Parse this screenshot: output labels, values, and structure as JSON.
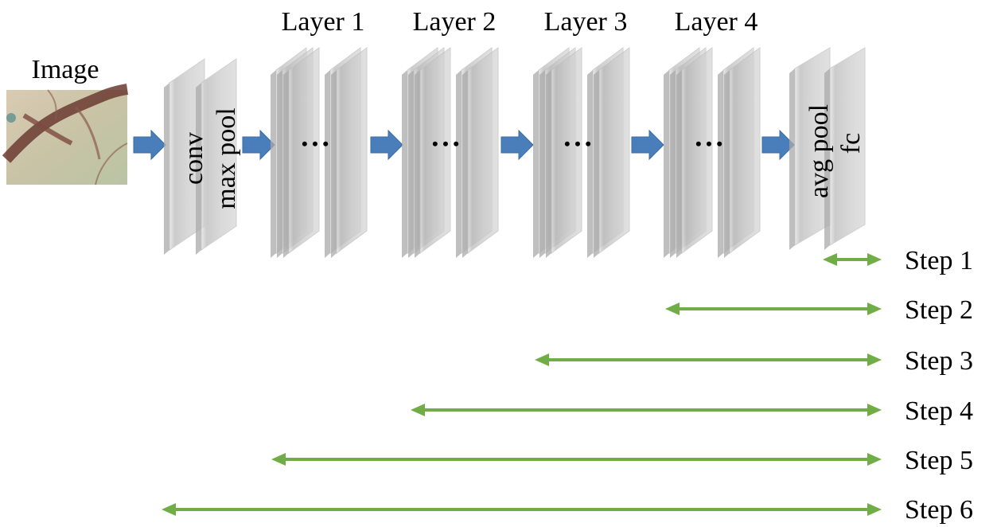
{
  "image_label": "Image",
  "layers": [
    {
      "label": "Layer 1"
    },
    {
      "label": "Layer 2"
    },
    {
      "label": "Layer 3"
    },
    {
      "label": "Layer 4"
    }
  ],
  "stem": {
    "conv": "conv",
    "max_pool": "max pool"
  },
  "head": {
    "avg_pool": "avg pool",
    "fc": "fc"
  },
  "ellipsis": "• • •",
  "steps": [
    {
      "label": "Step 1"
    },
    {
      "label": "Step 2"
    },
    {
      "label": "Step 3"
    },
    {
      "label": "Step 4"
    },
    {
      "label": "Step 5"
    },
    {
      "label": "Step 6"
    }
  ],
  "colors": {
    "flow_arrow": "#4a7ebb",
    "step_arrow": "#70ad47",
    "plate": "#c8c8c8"
  }
}
